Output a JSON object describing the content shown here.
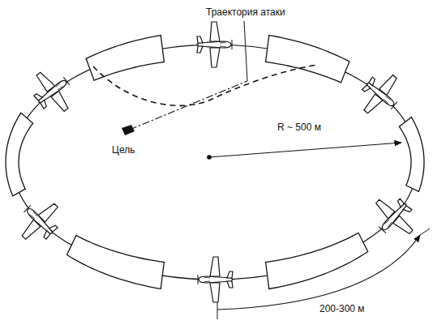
{
  "diagram": {
    "labels": [
      "Траектория атаки",
      "Цель",
      "R ~ 500 м",
      "200-300 м"
    ]
  }
}
